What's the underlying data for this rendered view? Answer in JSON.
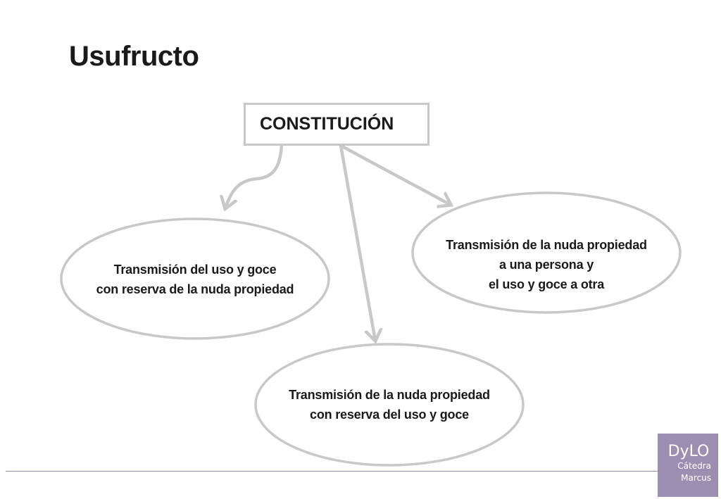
{
  "title": "Usufructo",
  "root": {
    "label": "CONSTITUCIÓN"
  },
  "nodes": [
    {
      "id": "left",
      "lines": [
        "Transmisión del uso y goce",
        "con reserva de la nuda propiedad"
      ]
    },
    {
      "id": "right",
      "lines": [
        "Transmisión de la nuda propiedad",
        "a una persona y",
        "el uso y goce a otra"
      ]
    },
    {
      "id": "bottom",
      "lines": [
        "Transmisión de la nuda propiedad",
        "con reserva del uso y goce"
      ]
    }
  ],
  "logo": {
    "line1": "DyLO",
    "line2": "Cátedra",
    "line3": "Marcus",
    "color": "#9c8eb0"
  },
  "colors": {
    "shape_stroke": "#c8c8c8",
    "text": "#1a1a1a",
    "footer_line": "#9a8aa6"
  }
}
